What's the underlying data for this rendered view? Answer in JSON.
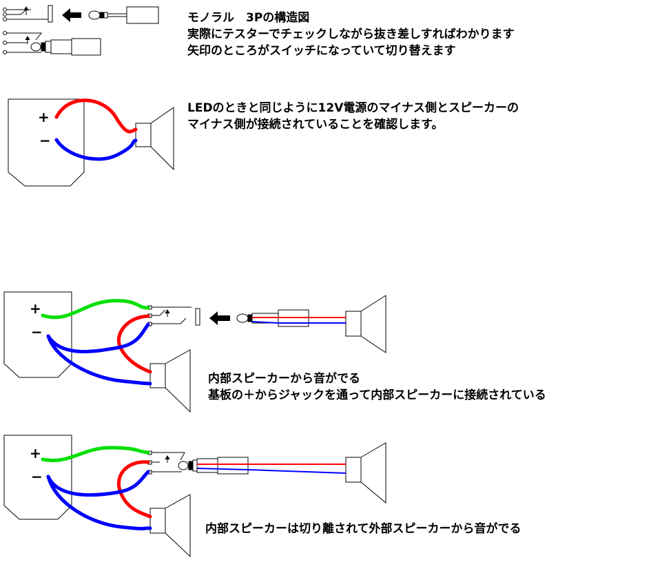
{
  "colors": {
    "positive_wire": "#ff0000",
    "negative_wire": "#0000ff",
    "signal_wire": "#00e000",
    "line": "#000000",
    "background": "#ffffff"
  },
  "header": {
    "title": "モノラル　3Pの構造図",
    "line2": "実際にテスターでチェックしながら抜き差しすればわかります",
    "line3": "矢印のところがスイッチになっていて切り替えます"
  },
  "section1": {
    "plus_label": "+",
    "minus_label": "−",
    "note_line1": "LEDのときと同じように12V電源のマイナス側とスピーカーの",
    "note_line2": "マイナス側が接続されていることを確認します。"
  },
  "section2": {
    "plus_label": "+",
    "minus_label": "−",
    "note_line1": "内部スピーカーから音がでる",
    "note_line2": "基板の＋からジャックを通って内部スピーカーに接続されている"
  },
  "section3": {
    "plus_label": "+",
    "minus_label": "−",
    "note_line1": "内部スピーカーは切り離されて外部スピーカーから音がでる"
  }
}
